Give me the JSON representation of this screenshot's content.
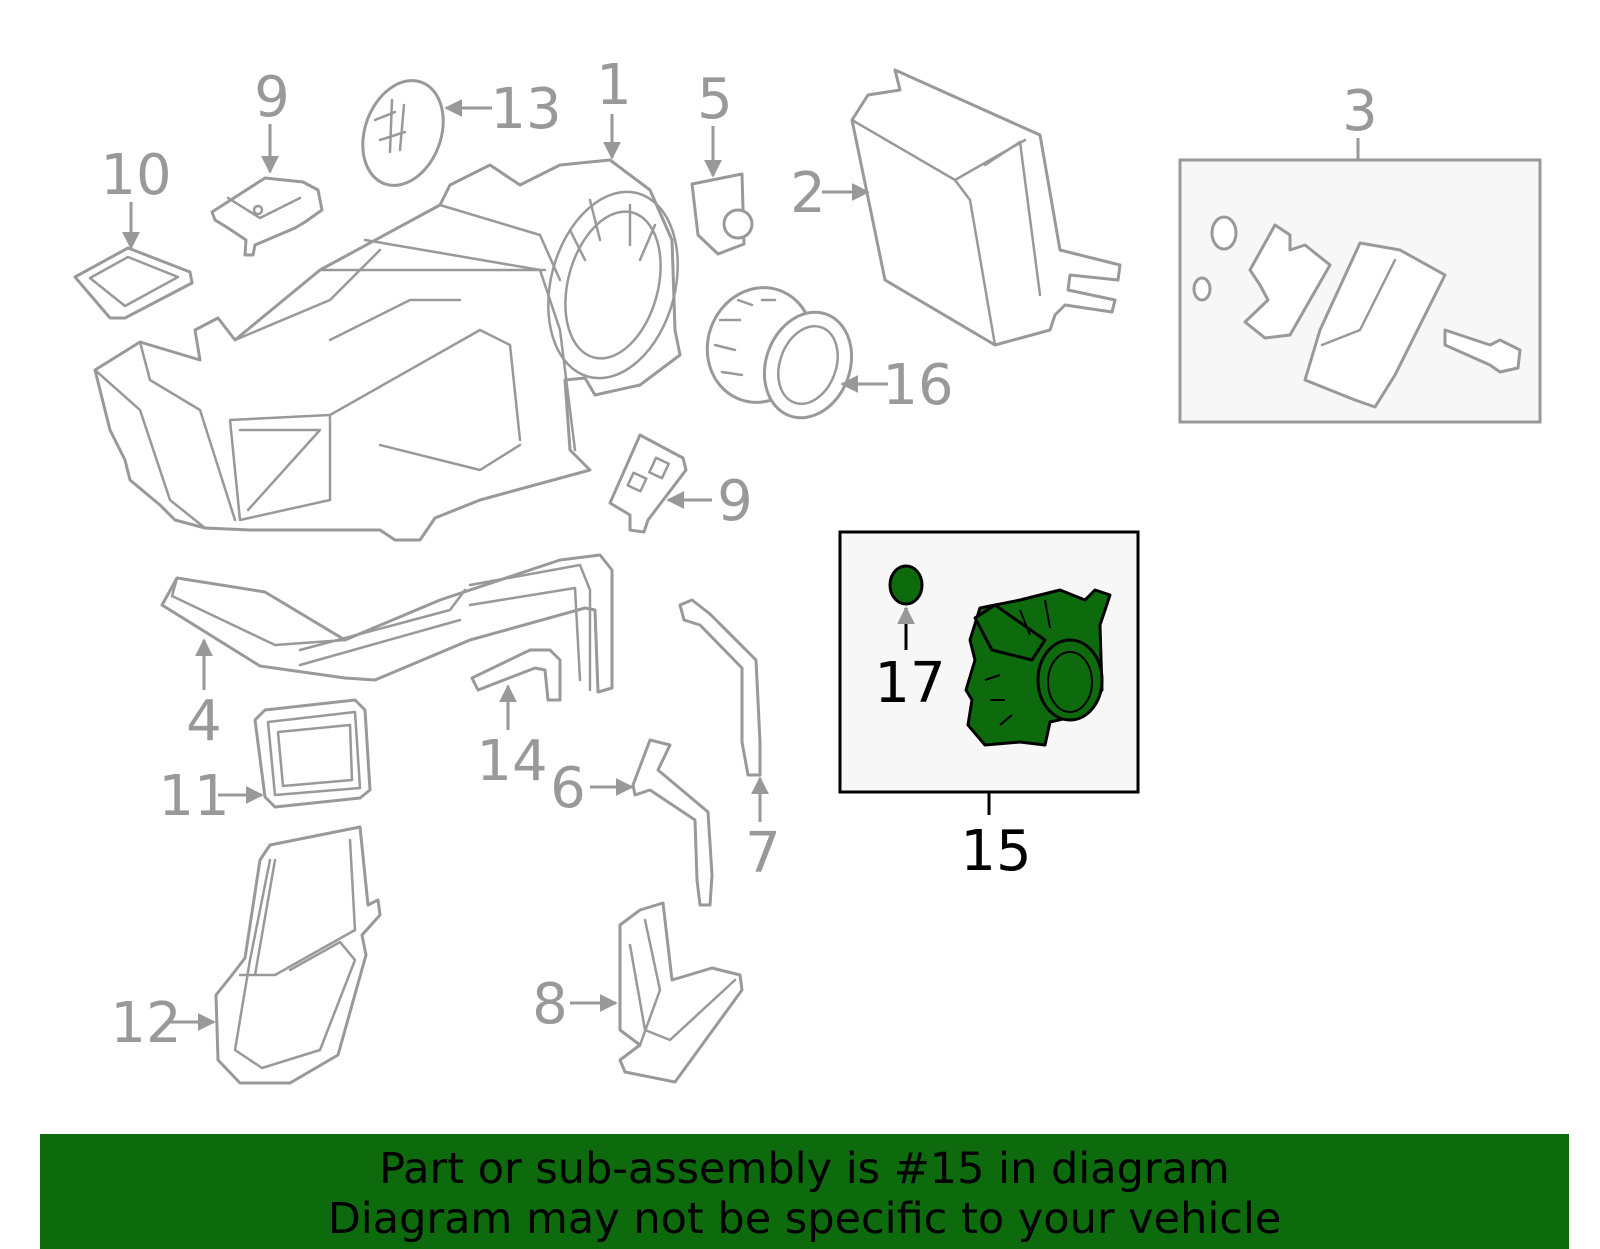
{
  "callouts": {
    "c1": "1",
    "c2": "2",
    "c3": "3",
    "c4": "4",
    "c5": "5",
    "c6": "6",
    "c7": "7",
    "c8": "8",
    "c9a": "9",
    "c9b": "9",
    "c10": "10",
    "c11": "11",
    "c12": "12",
    "c13": "13",
    "c14": "14",
    "c15": "15",
    "c16": "16",
    "c17": "17"
  },
  "highlighted_part": "15",
  "colors": {
    "highlight": "#0d6a0d",
    "line": "#999999",
    "inset_background": "#f7f7f7",
    "banner": "#0d6a0d"
  },
  "banner": {
    "line1": "Part or sub-assembly is #15 in diagram",
    "line2": "Diagram may not be specific to your vehicle"
  }
}
